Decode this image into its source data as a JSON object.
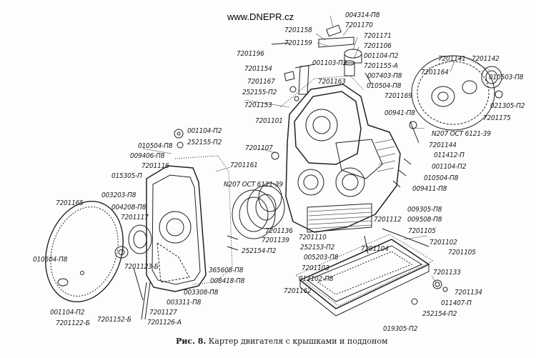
{
  "site": "www.DNEPR.cz",
  "caption": {
    "prefix": "Рис. 8.",
    "text": "Картер двигателя с крышками и поддоном"
  },
  "labels": [
    "004314-П8",
    "7201170",
    "7201158",
    "7201159",
    "7201171",
    "7201106",
    "7201196",
    "001104-П2",
    "001103-П2",
    "7201155-А",
    "7201154",
    "007403-П8",
    "7201167",
    "010504-П8",
    "7201163",
    "252155-П2",
    "7201169",
    "7201153",
    "00941-П8",
    "7201141",
    "7201142",
    "7201164",
    "010503-П8",
    "021305-П2",
    "7201175",
    "7201101",
    "N207 ОСТ 6121-39",
    "7201144",
    "011412-П",
    "001104-П2",
    "010504-П8",
    "009411-П8",
    "009305-П8",
    "009508-П8",
    "7201112",
    "7201105",
    "7201102",
    "7201105",
    "7201133",
    "7201134",
    "011407-П",
    "252154-П2",
    "019305-П2",
    "7201162",
    "013102-П8",
    "7201103",
    "7201104",
    "005203-П8",
    "252153-П2",
    "7201110",
    "7201136",
    "7201139",
    "N207 ОСТ 6121-39",
    "7201161",
    "7201107",
    "001104-П2",
    "252155-П2",
    "010504-П8",
    "009406-П8",
    "7201116",
    "015305-П",
    "003203-П8",
    "004208-П8",
    "7201117",
    "7201165",
    "010504-П8",
    "7201123-Б",
    "001104-П2",
    "7201122-Б",
    "7201152-Б",
    "7201127",
    "7201126-А",
    "003311-П8",
    "003308-П8",
    "008418-П8",
    "365608-П8",
    "252154-П2"
  ]
}
